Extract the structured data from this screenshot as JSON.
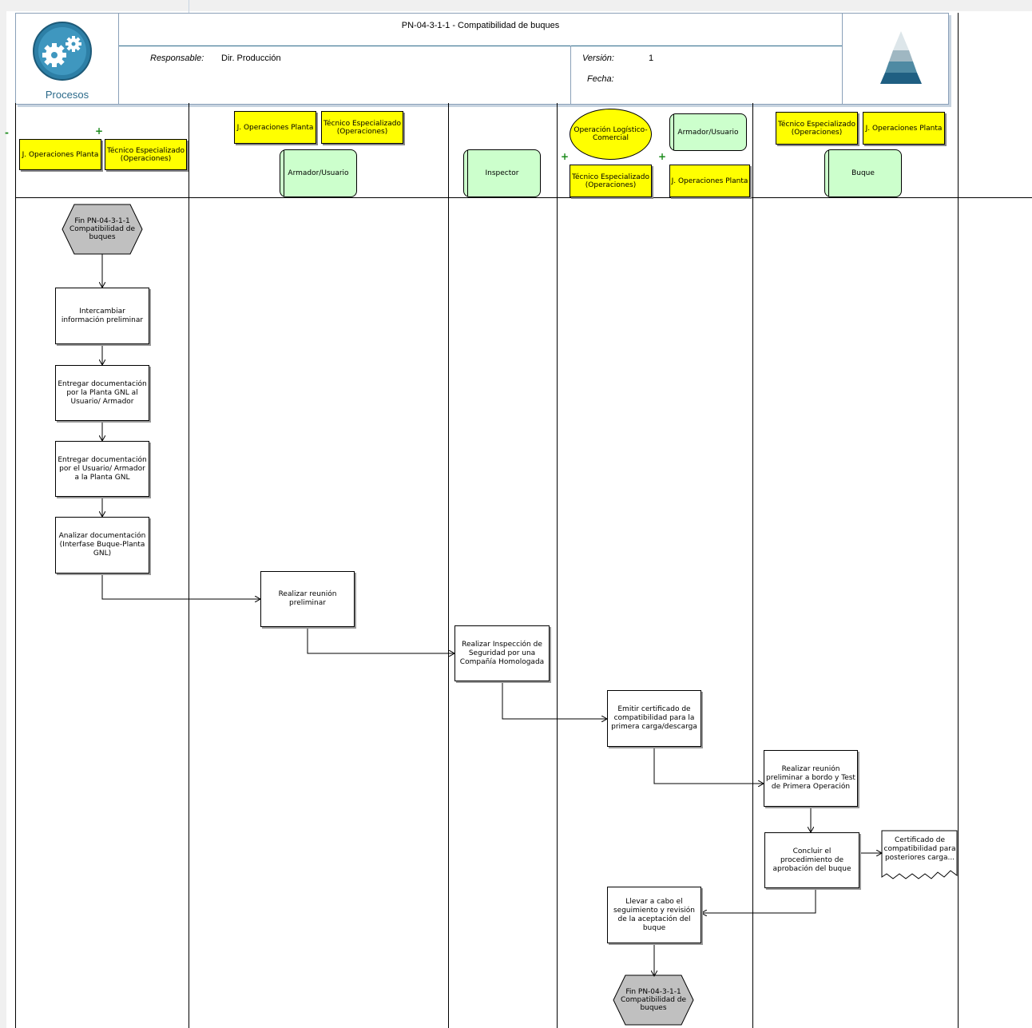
{
  "header": {
    "title": "PN-04-3-1-1 -   Compatibilidad de buques",
    "logo_label": "Procesos",
    "responsable_label": "Responsable:",
    "responsable_value": "Dir. Producción",
    "version_label": "Versión:",
    "version_value": "1",
    "fecha_label": "Fecha:"
  },
  "roles": {
    "lane1_jop": "J. Operaciones Planta",
    "lane1_tec": "Técnico Especializado (Operaciones)",
    "lane2_jop": "J. Operaciones Planta",
    "lane2_tec": "Técnico Especializado (Operaciones)",
    "lane2_org": "Armador/Usuario",
    "lane3_org": "Inspector",
    "lane4_op": "Operación Logístico-Comercial",
    "lane4_org": "Armador/Usuario",
    "lane4_tec": "Técnico Especializado (Operaciones)",
    "lane4_jop": "J. Operaciones Planta",
    "lane5_tec": "Técnico Especializado (Operaciones)",
    "lane5_jop": "J. Operaciones Planta",
    "lane5_org": "Buque"
  },
  "nodes": {
    "start_event": "Fin PN-04-3-1-1 Compatibilidad de buques",
    "a1": "Intercambiar información preliminar",
    "a2": "Entregar documentación por la Planta GNL al Usuario/ Armador",
    "a3": "Entregar documentación por el Usuario/ Armador a la Planta GNL",
    "a4": "Analizar documentación (Interfase Buque-Planta GNL)",
    "a5": "Realizar reunión preliminar",
    "a6": "Realizar Inspección de Seguridad por una Compañía Homologada",
    "a7": "Emitir certificado de compatibilidad para la primera carga/descarga",
    "a8": "Realizar reunión preliminar a bordo y Test de Primera Operación",
    "a9": "Concluir el procedimiento de aprobación del buque",
    "doc": "Certificado de compatibilidad para posteriores carga...",
    "a10": "Llevar a cabo el seguimiento y revisión de la aceptación del buque",
    "end_event": "Fin PN-04-3-1-1 Compatibilidad de buques"
  },
  "colors": {
    "role_fill": "#ffff00",
    "org_fill": "#ccffcc",
    "event_fill": "#c0c0c0",
    "header_accent": "#2b6a8a"
  },
  "icons": [
    "gears-logo-icon",
    "pyramid-logo-icon",
    "plus-icon"
  ]
}
